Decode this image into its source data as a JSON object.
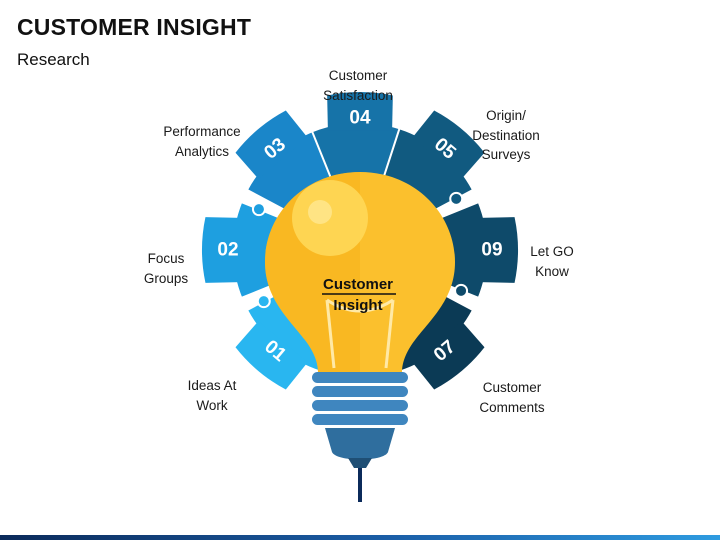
{
  "header": {
    "title": "CUSTOMER INSIGHT",
    "subtitle": "Research"
  },
  "center": {
    "label_line1": "Customer",
    "label_line2": "Insight"
  },
  "segments": [
    {
      "number": "01",
      "label": "Ideas At\nWork",
      "color": "#29B6F0"
    },
    {
      "number": "02",
      "label": "Focus\nGroups",
      "color": "#1E9FE0"
    },
    {
      "number": "03",
      "label": "Performance\nAnalytics",
      "color": "#1A86C9"
    },
    {
      "number": "04",
      "label": "Customer\nSatisfaction",
      "color": "#1673A8"
    },
    {
      "number": "05",
      "label": "Origin/\nDestination\nSurveys",
      "color": "#115A80"
    },
    {
      "number": "09",
      "label": "Let GO\nKnow",
      "color": "#0E4A6A"
    },
    {
      "number": "07",
      "label": "Customer\nComments",
      "color": "#0B3A55"
    }
  ],
  "colors": {
    "bulb": "#FBC02D",
    "bulb_dark": "#F5A623",
    "base": "#2F6E9E",
    "footer_dark": "#0B2A5A",
    "footer_light": "#2E9BE0"
  }
}
